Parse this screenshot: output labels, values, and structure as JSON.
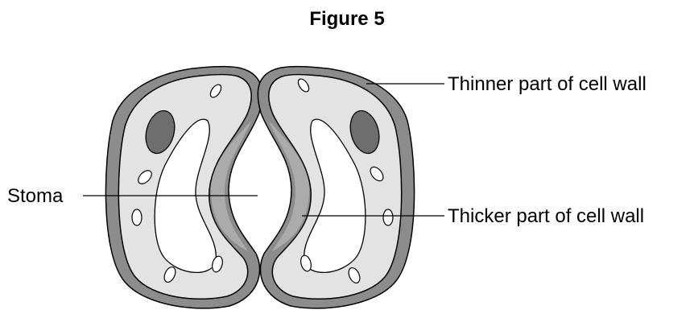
{
  "figure": {
    "title": "Figure 5",
    "labels": {
      "stoma": "Stoma",
      "thinner_wall": "Thinner part of cell wall",
      "thicker_wall": "Thicker part of cell wall"
    },
    "colors": {
      "cell_wall_outer": "#8c8c8c",
      "cell_wall_thick": "#ababab",
      "cytoplasm": "#e3e3e3",
      "vacuole": "#ffffff",
      "nucleus": "#6e6e6e",
      "outline": "#000000"
    }
  }
}
